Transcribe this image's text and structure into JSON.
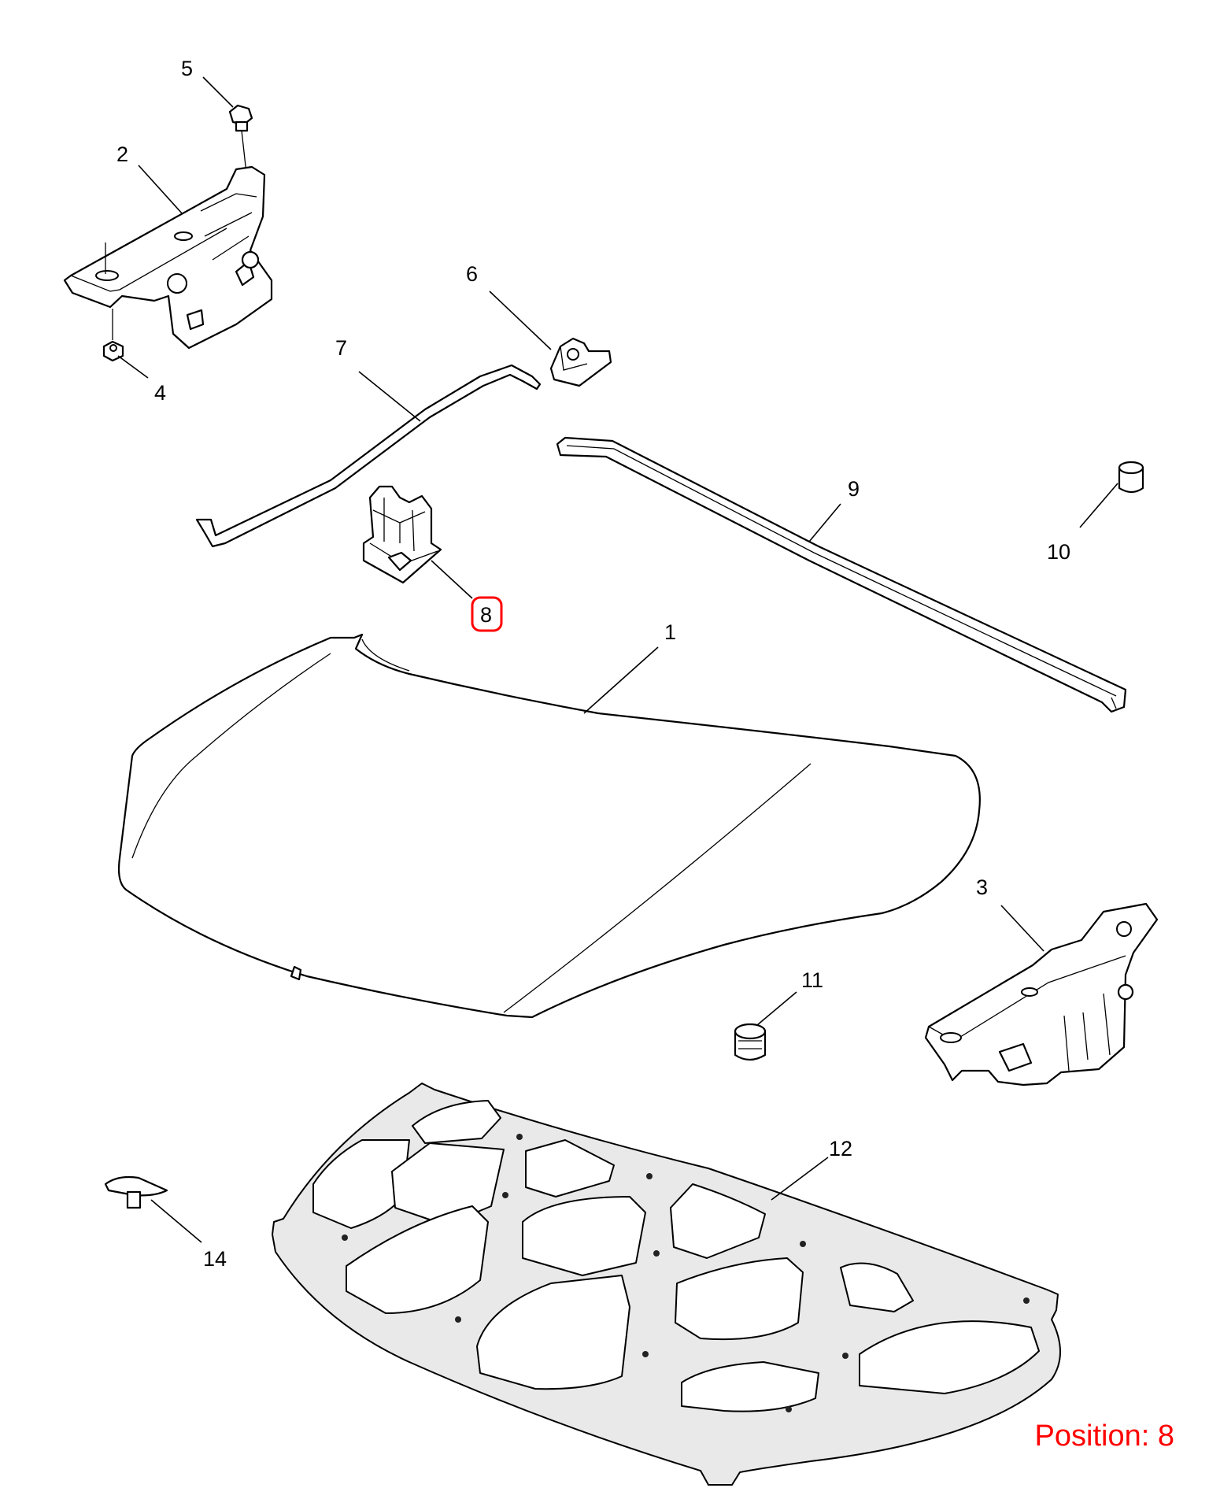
{
  "callouts": {
    "c1": "1",
    "c2": "2",
    "c3": "3",
    "c4": "4",
    "c5": "5",
    "c6": "6",
    "c7": "7",
    "c8": "8",
    "c9": "9",
    "c10": "10",
    "c11": "11",
    "c12": "12",
    "c14": "14"
  },
  "highlight": {
    "callout": "8",
    "color": "#ff0000"
  },
  "position": {
    "text": "Position: 8",
    "color": "#ff0000"
  }
}
